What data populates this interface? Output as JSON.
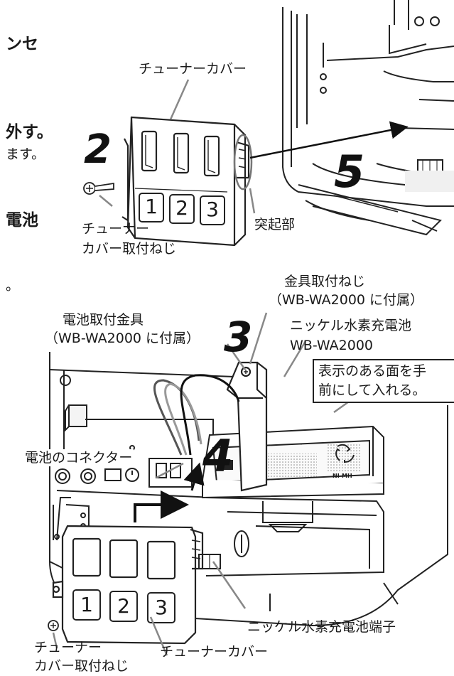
{
  "left_text": {
    "fragment1": "ンセ",
    "fragment2": "外す。",
    "fragment3": "ます。",
    "fragment4": "電池",
    "fragment5": "。"
  },
  "labels": {
    "tuner_cover_top": "チューナーカバー",
    "tuner_cover_screw_top_1": "チューナー",
    "tuner_cover_screw_top_2": "カバー取付ねじ",
    "protrusion": "突起部",
    "bracket_screw_1": "金具取付ねじ",
    "bracket_screw_2": "（WB-WA2000 に付属）",
    "battery_bracket_1": "電池取付金具",
    "battery_bracket_2": "（WB-WA2000 に付属）",
    "nimh_battery_1": "ニッケル水素充電池",
    "nimh_battery_2": "WB-WA2000",
    "callout_1": "表示のある面を手",
    "callout_2": "前にして入れる。",
    "battery_connector": "電池のコネクター",
    "nimh_terminal": "ニッケル水素充電池端子",
    "tuner_cover_screw_bottom_1": "チューナー",
    "tuner_cover_screw_bottom_2": "カバー取付ねじ",
    "tuner_cover_bottom": "チューナーカバー",
    "battery_mark": "NI-MH"
  },
  "steps": {
    "s2": "2",
    "s3": "3",
    "s4": "4",
    "s5": "5"
  },
  "cover_buttons_top": [
    "1",
    "2",
    "3"
  ],
  "cover_buttons_bottom": [
    "1",
    "2",
    "3"
  ]
}
